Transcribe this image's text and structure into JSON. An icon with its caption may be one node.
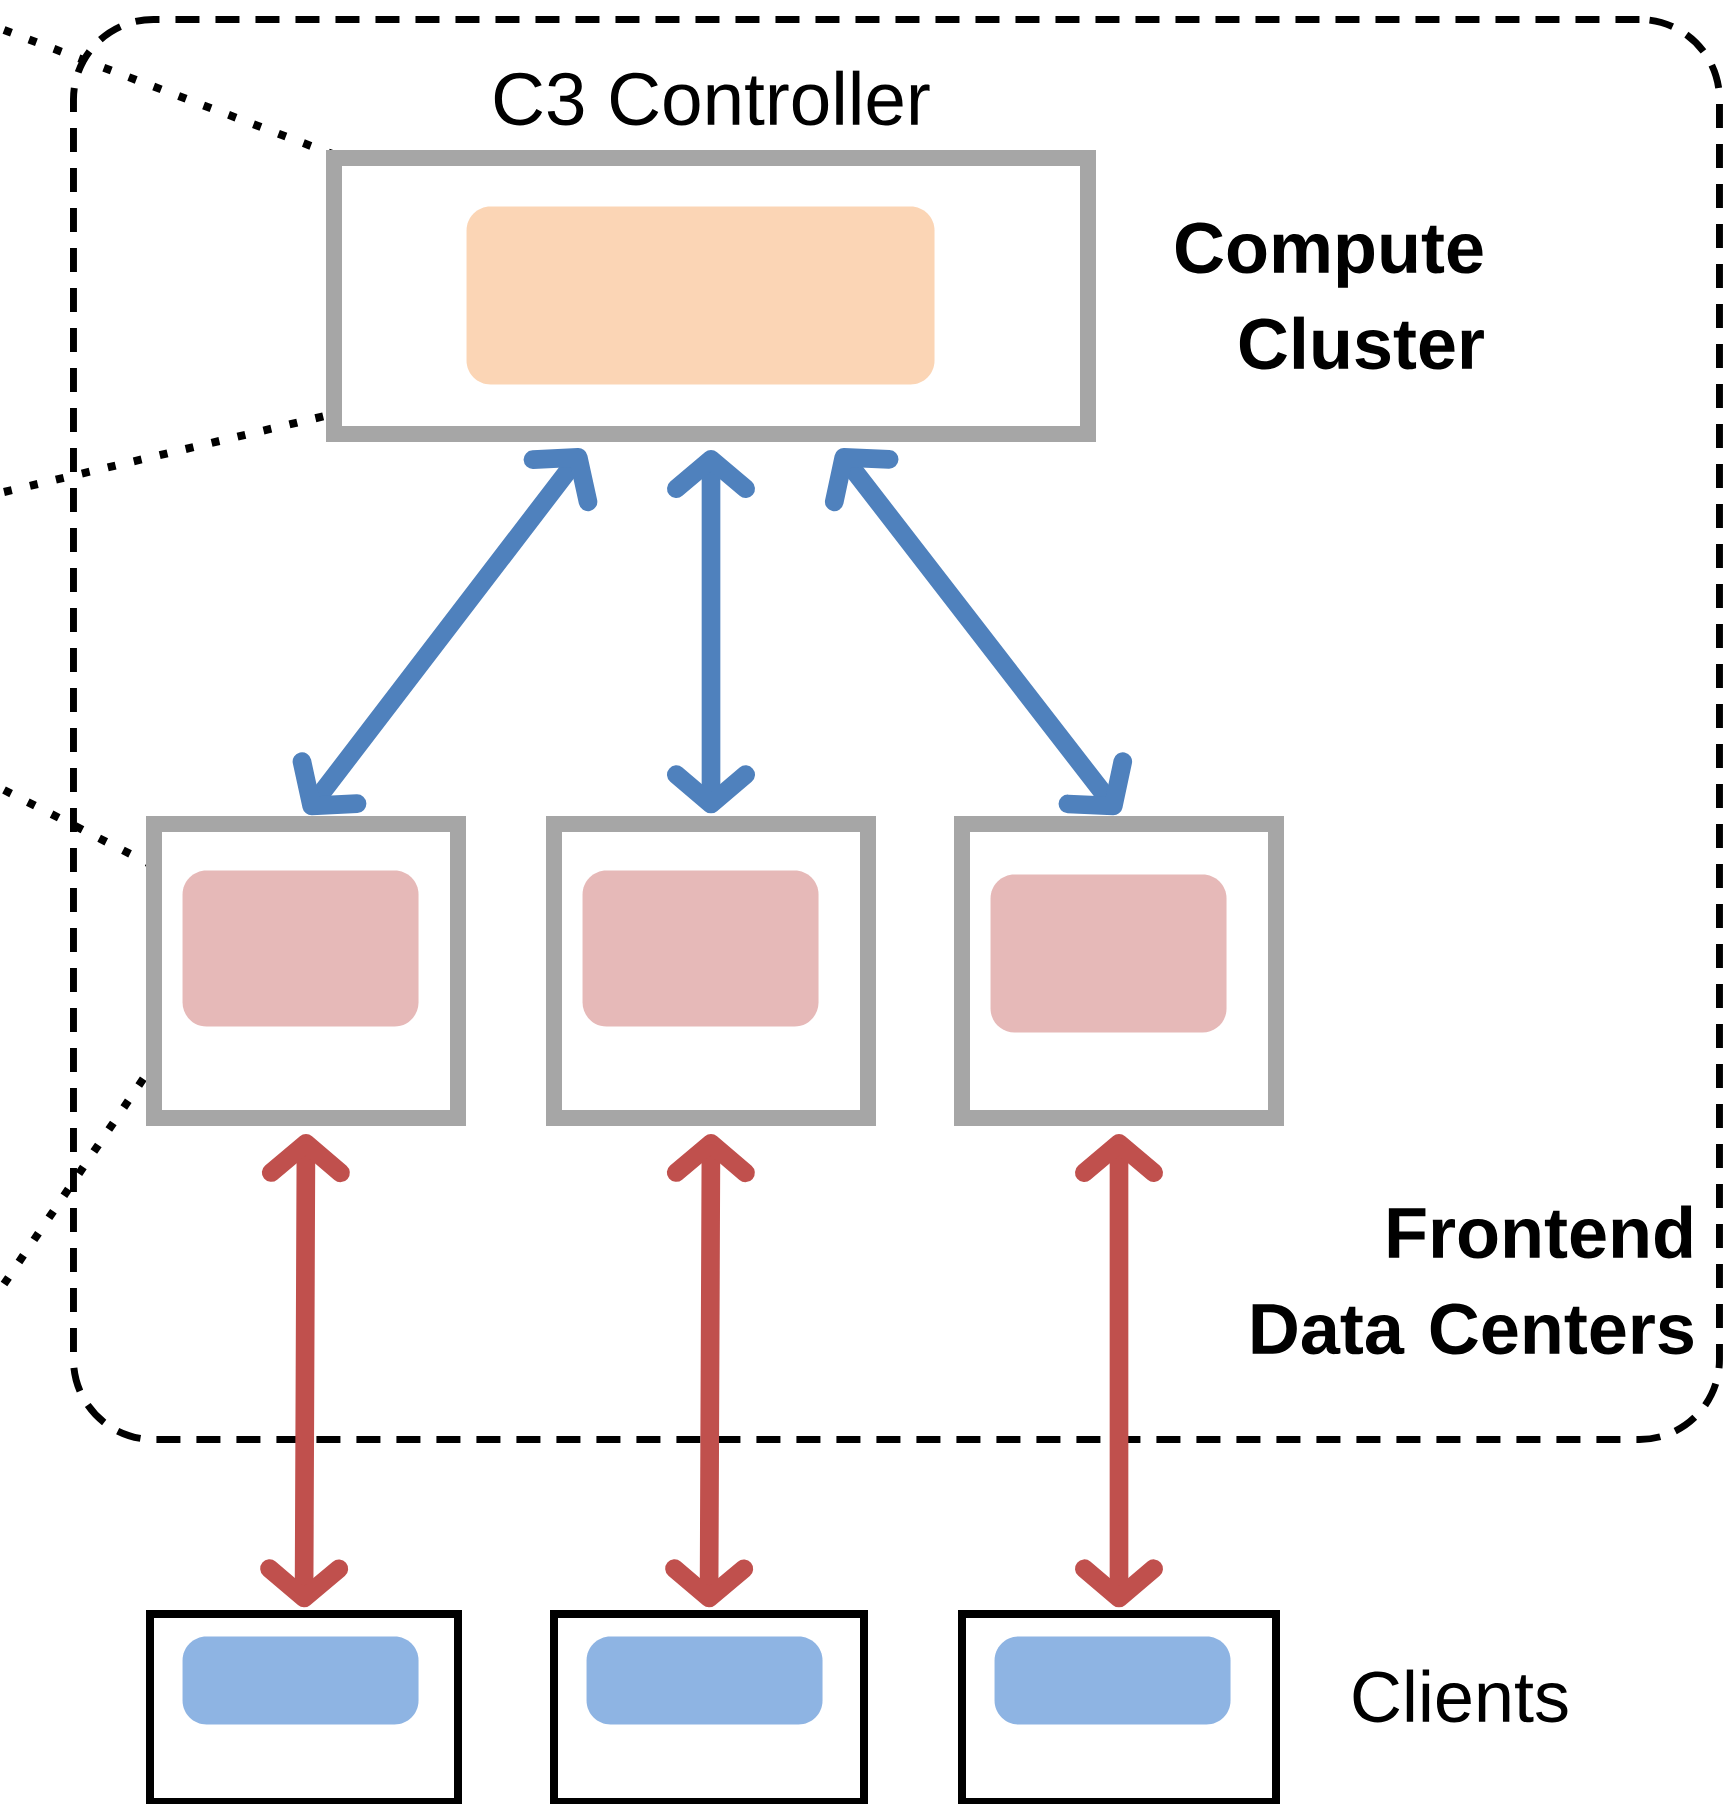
{
  "diagram": {
    "nodes": [
      {
        "text": [],
        "shape": "box"
      },
      {
        "text": [
          "C3 Controller"
        ],
        "in": 0
      },
      {
        "text": [],
        "shape": "box",
        "in": 1
      },
      {
        "text": [],
        "shape": "box",
        "in": 0
      },
      {
        "text": [],
        "shape": "box",
        "in": 3
      },
      {
        "text": [],
        "shape": "box",
        "in": 0
      },
      {
        "text": [],
        "shape": "box",
        "in": 5
      },
      {
        "text": [],
        "shape": "box",
        "in": 0
      },
      {
        "text": [],
        "shape": "box",
        "in": 7
      },
      {
        "text": [],
        "shape": "box"
      },
      {
        "text": [],
        "shape": "box",
        "in": 9
      },
      {
        "text": [],
        "shape": "box"
      },
      {
        "text": [],
        "shape": "box",
        "in": 11
      },
      {
        "text": [],
        "shape": "box"
      },
      {
        "text": [],
        "shape": "box",
        "in": 13
      }
    ],
    "edges": [
      {
        "from": 1,
        "to": 3,
        "arrow": "both",
        "color": "#4f81bd"
      },
      {
        "from": 1,
        "to": 5,
        "arrow": "both",
        "color": "#4f81bd"
      },
      {
        "from": 1,
        "to": 7,
        "arrow": "both",
        "color": "#4f81bd"
      },
      {
        "from": 3,
        "to": 9,
        "arrow": "both",
        "color": "#c0504d"
      },
      {
        "from": 5,
        "to": 11,
        "arrow": "both",
        "color": "#c0504d"
      },
      {
        "from": 7,
        "to": 13,
        "arrow": "both",
        "color": "#c0504d"
      }
    ],
    "labels": [
      "Compute Cluster",
      "Frontend Data Centers",
      "Clients"
    ]
  }
}
